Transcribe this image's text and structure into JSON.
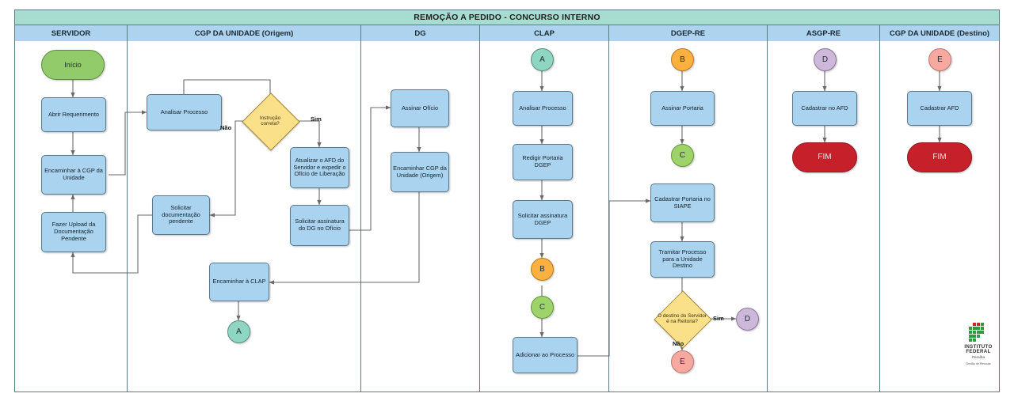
{
  "diagram": {
    "title": "REMOÇÃO A PEDIDO - CONCURSO INTERNO",
    "lanes": [
      {
        "id": "servidor",
        "label": "SERVIDOR"
      },
      {
        "id": "cgp-origem",
        "label": "CGP DA UNIDADE (Origem)"
      },
      {
        "id": "dg",
        "label": "DG"
      },
      {
        "id": "clap",
        "label": "CLAP"
      },
      {
        "id": "dgep-re",
        "label": "DGEP-RE"
      },
      {
        "id": "asgp-re",
        "label": "ASGP-RE"
      },
      {
        "id": "cgp-destino",
        "label": "CGP DA UNIDADE (Destino)"
      }
    ],
    "nodes": {
      "inicio": "Início",
      "abrir_requerimento": "Abrir Requerimento",
      "encaminhar_cgp": "Encaminhar à CGP da Unidade",
      "fazer_upload": "Fazer Upload da Documentação Pendente",
      "analisar_processo_1": "Analisar Processo",
      "instrucao_correta": "Instrução correta?",
      "solicitar_doc": "Solicitar documentação pendente",
      "atualizar_afd": "Atualizar o AFD do Servidor e expedir o Ofício de Liberação",
      "solicitar_assin_dg": "Solicitar assinatura do DG no Ofício",
      "encaminhar_clap": "Encaminhar à CLAP",
      "assinar_oficio": "Assinar Ofício",
      "encaminhar_cgp_origem": "Encaminhar CGP da Unidade (Origem)",
      "analisar_processo_2": "Analisar Processo",
      "redigir_portaria": "Redigir Portaria DGEP",
      "solicitar_assin_dgep": "Solicitar assinatura DGEP",
      "adicionar_processo": "Adicionar ao Processo",
      "assinar_portaria": "Assinar Portaria",
      "cadastrar_siape": "Cadastrar Portaria no SIAPE",
      "tramitar_processo": "Tramitar Processo para a Unidade Destino",
      "destino_reitoria": "O destino do Servidor é na Reitoria?",
      "cadastrar_no_afd": "Cadastrar no AFD",
      "cadastrar_afd": "Cadastrar AFD",
      "fim_asgp": "FIM",
      "fim_cgp": "FIM"
    },
    "connectors": {
      "a1": "A",
      "a2": "A",
      "b1": "B",
      "b2": "B",
      "c1": "C",
      "c2": "C",
      "d1": "D",
      "d2": "D",
      "e1": "E",
      "e2": "E"
    },
    "edge_labels": {
      "instrucao_sim": "Sim",
      "instrucao_nao": "Não",
      "reitoria_sim": "Sim",
      "reitoria_nao": "Não"
    },
    "logo": {
      "line1": "INSTITUTO",
      "line2": "FEDERAL",
      "line3": "Paraíba",
      "line4": "Gestão de Pessoas"
    },
    "colors": {
      "title_bg": "#a6ddd0",
      "lane_bg": "#aed3ef",
      "process": "#a9d3ee",
      "decision": "#fbe08a",
      "start": "#92cc6a",
      "end": "#c6202a",
      "conn_a": "#8ed6c2",
      "conn_b": "#fbb040",
      "conn_c": "#9ed36a",
      "conn_d": "#cdb8d9",
      "conn_e": "#f7a9a0",
      "stroke": "#5d7b86"
    }
  }
}
